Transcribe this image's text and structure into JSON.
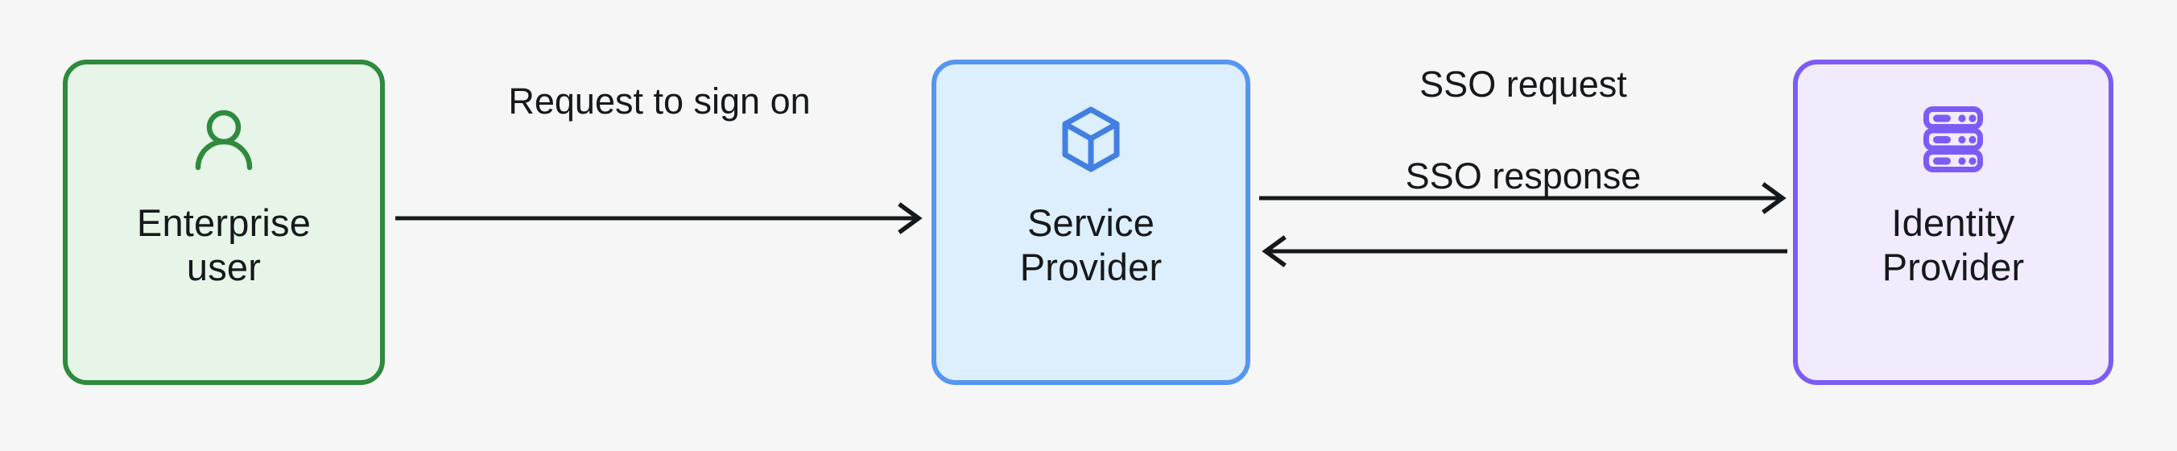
{
  "diagram": {
    "title": "SSO flow between enterprise user, service provider and identity provider",
    "background_color": "#f5f6f5",
    "text_color": "#16191c",
    "nodes": [
      {
        "id": "enterprise-user",
        "label": "Enterprise\nuser",
        "icon": "user-icon",
        "fill_color": "#e7f4e8",
        "border_color": "#2f8a3e",
        "icon_color": "#2f8a3e"
      },
      {
        "id": "service-provider",
        "label": "Service\nProvider",
        "icon": "cube-icon",
        "fill_color": "#ddeefc",
        "border_color": "#5596f0",
        "icon_color": "#4180e0"
      },
      {
        "id": "identity-provider",
        "label": "Identity\nProvider",
        "icon": "server-rack-icon",
        "fill_color": "#f2ebfd",
        "border_color": "#7c5cf5",
        "icon_color": "#7c5cf5"
      }
    ],
    "edges": [
      {
        "id": "signon",
        "label": "Request to sign on",
        "from": "enterprise-user",
        "to": "service-provider",
        "direction": "right",
        "color": "#16191c"
      },
      {
        "id": "sso-request",
        "label": "SSO request",
        "from": "service-provider",
        "to": "identity-provider",
        "direction": "right",
        "color": "#16191c"
      },
      {
        "id": "sso-response",
        "label": "SSO response",
        "from": "identity-provider",
        "to": "service-provider",
        "direction": "left",
        "color": "#16191c"
      }
    ]
  }
}
